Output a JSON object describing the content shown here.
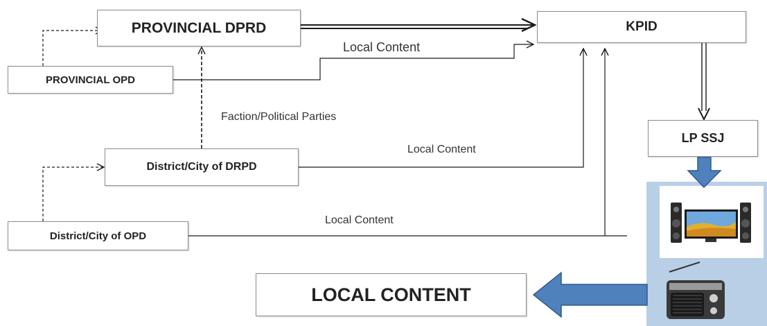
{
  "nodes": {
    "provincial_dprd": "PROVINCIAL DPRD",
    "kpid": "KPID",
    "provincial_opd": "PROVINCIAL OPD",
    "district_drpd": "District/City of DRPD",
    "district_opd": "District/City of OPD",
    "lp_ssj": "LP SSJ",
    "local_content": "LOCAL CONTENT"
  },
  "edge_labels": {
    "opd_to_kpid": "Local Content",
    "faction": "Faction/Political Parties",
    "drpd_to_kpid": "Local Content",
    "district_opd_to_kpid": "Local Content"
  },
  "icons": {
    "media_panel": [
      "tv-with-speakers-icon",
      "radio-icon"
    ]
  },
  "colors": {
    "block_arrow": "#4f81bd",
    "block_arrow_border": "#2f5a8a",
    "media_panel": "#b8cfe6",
    "line": "#1a1a1a"
  }
}
